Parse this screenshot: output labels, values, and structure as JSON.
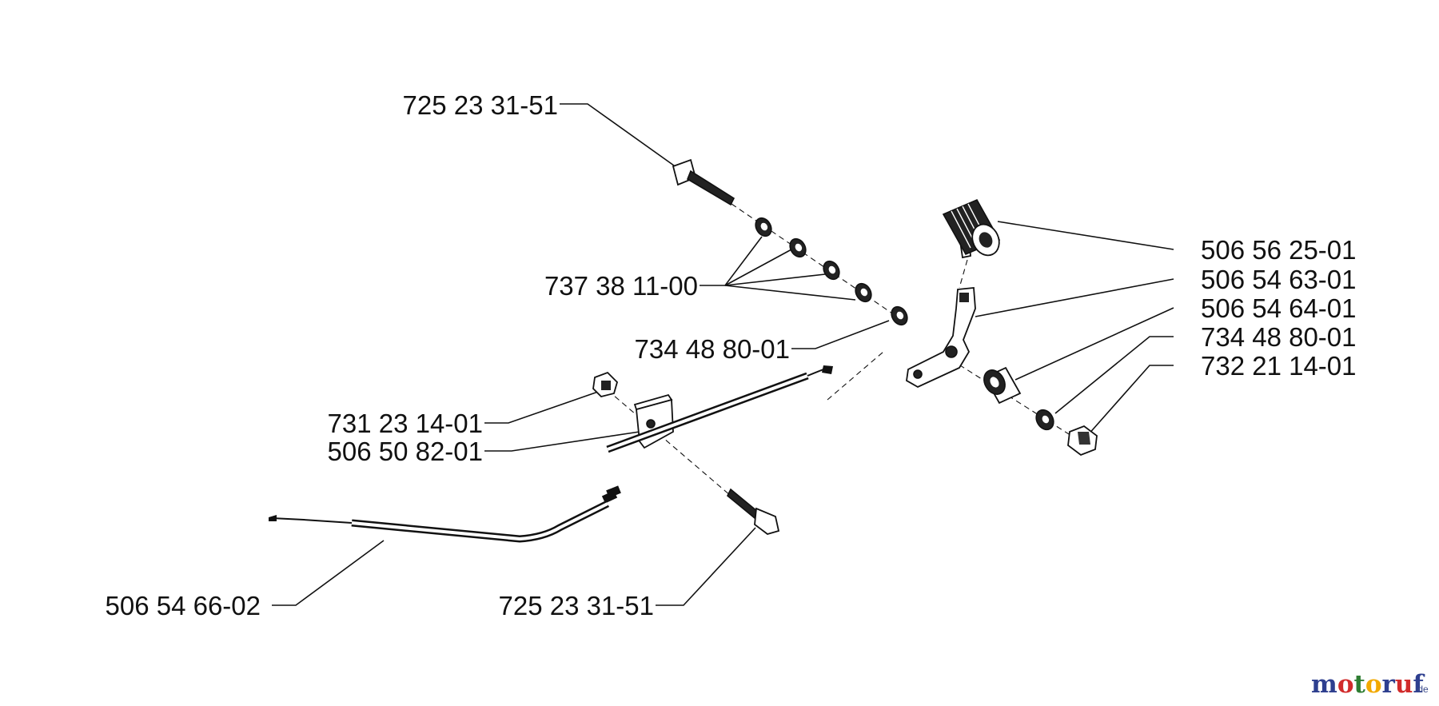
{
  "callouts": [
    {
      "id": "bolt-top",
      "text": "725 23 31-51"
    },
    {
      "id": "washers",
      "text": "737 38 11-00"
    },
    {
      "id": "washer-mid",
      "text": "734 48 80-01"
    },
    {
      "id": "nut-left",
      "text": "731 23 14-01"
    },
    {
      "id": "clamp",
      "text": "506 50 82-01"
    },
    {
      "id": "cable",
      "text": "506 54 66-02"
    },
    {
      "id": "bolt-bottom",
      "text": "725 23 31-51"
    },
    {
      "id": "knob",
      "text": "506 56 25-01"
    },
    {
      "id": "lever",
      "text": "506 54 63-01"
    },
    {
      "id": "spacer",
      "text": "506 54 64-01"
    },
    {
      "id": "washer-right",
      "text": "734 48 80-01"
    },
    {
      "id": "nut-right",
      "text": "732 21 14-01"
    }
  ],
  "watermark": {
    "letters": [
      "m",
      "o",
      "t",
      "o",
      "r",
      "u",
      "f"
    ],
    "colors": [
      "#2e3f8f",
      "#d12b2b",
      "#2e7d32",
      "#f2a900",
      "#2e3f8f",
      "#d12b2b",
      "#2e3f8f"
    ],
    "suffix": ".de"
  }
}
